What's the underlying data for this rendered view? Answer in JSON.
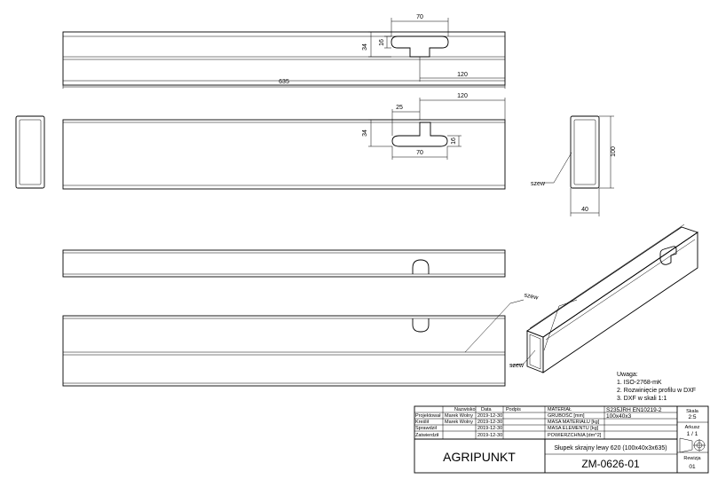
{
  "dimensions": {
    "top_view": {
      "width_70": "70",
      "height_34": "34",
      "slot_16": "16",
      "offset_120": "120",
      "length_635": "635"
    },
    "front_view": {
      "offset_120": "120",
      "width_25": "25",
      "height_34": "34",
      "slot_16": "16",
      "width_70": "70"
    },
    "section": {
      "height_100": "100",
      "width_40": "40",
      "weld_label": "szew"
    }
  },
  "weld_labels": {
    "lower_left": "szew",
    "iso_top": "szew",
    "iso_bottom": "szew"
  },
  "notes": {
    "heading": "Uwaga:",
    "items": [
      "1. ISO-2768-mK",
      "2. Rozwinięcie profilu w DXF",
      "3. DXF w skali 1:1"
    ]
  },
  "title_block": {
    "header": {
      "name": "Nazwisko",
      "date": "Data",
      "sign": "Podpis",
      "material": "MATERIAŁ",
      "scale": "Skala"
    },
    "rows": [
      {
        "role": "Projektował",
        "name": "Marek Wolny",
        "date": "2019-12-30"
      },
      {
        "role": "Kreślił",
        "name": "Marek Wolny",
        "date": "2019-12-30"
      },
      {
        "role": "Sprawdził",
        "name": "",
        "date": "2019-12-30"
      },
      {
        "role": "Zatwierdził",
        "name": "",
        "date": "2019-12-30"
      }
    ],
    "props": [
      {
        "label": "GRUBOŚĆ [mm]",
        "value": "100x40x3"
      },
      {
        "label": "MASA MATERIAŁU [kg]",
        "value": ""
      },
      {
        "label": "MASA ELEMENTU [kg]",
        "value": ""
      },
      {
        "label": "POWIERZCHNIA [dm^2]",
        "value": ""
      }
    ],
    "material_value": "S235JRH EN10219-2",
    "scale_value": "2:5",
    "sheet_label": "Arkusz",
    "sheet_value": "1 / 1",
    "company": "AGRIPUNKT",
    "part_name": "Słupek skrajny lewy 620 (100x40x3x635)",
    "part_number": "ZM-0626-01",
    "revision_label": "Rewizja",
    "revision_value": "01"
  }
}
